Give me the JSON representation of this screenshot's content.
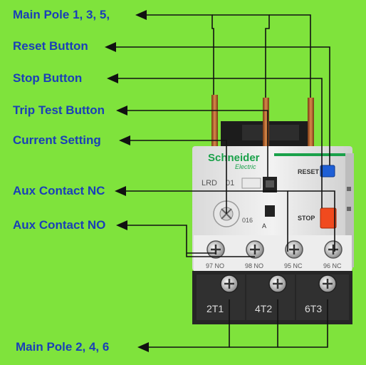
{
  "labels": {
    "main_pole_top": "Main Pole 1, 3, 5,",
    "reset_button": "Reset Button",
    "stop_button": "Stop Button",
    "trip_test_button": "Trip Test Button",
    "current_setting": "Current Setting",
    "aux_contact_nc": "Aux Contact NC",
    "aux_contact_no": "Aux Contact NO",
    "main_pole_bottom": "Main Pole 2, 4, 6"
  },
  "device": {
    "brand": "Schneider",
    "brand_sub": "Electric",
    "model": "LRD",
    "model_code": "01",
    "dial_value": "016",
    "dial_unit": "A",
    "reset_label": "RESET",
    "stop_label": "STOP",
    "top_terminals": [
      {
        "label": "97 NO"
      },
      {
        "label": "98 NO"
      },
      {
        "label": "95 NC"
      },
      {
        "label": "96 NC"
      }
    ],
    "bottom_terminals": [
      {
        "label": "2T1"
      },
      {
        "label": "4T2"
      },
      {
        "label": "6T3"
      }
    ]
  },
  "colors": {
    "background": "#7fe33c",
    "label_text": "#1a3fb8",
    "leader_line": "#111111",
    "reset_button": "#1e5fd6",
    "stop_button": "#f04a1e",
    "brand_text": "#1aa14a"
  }
}
